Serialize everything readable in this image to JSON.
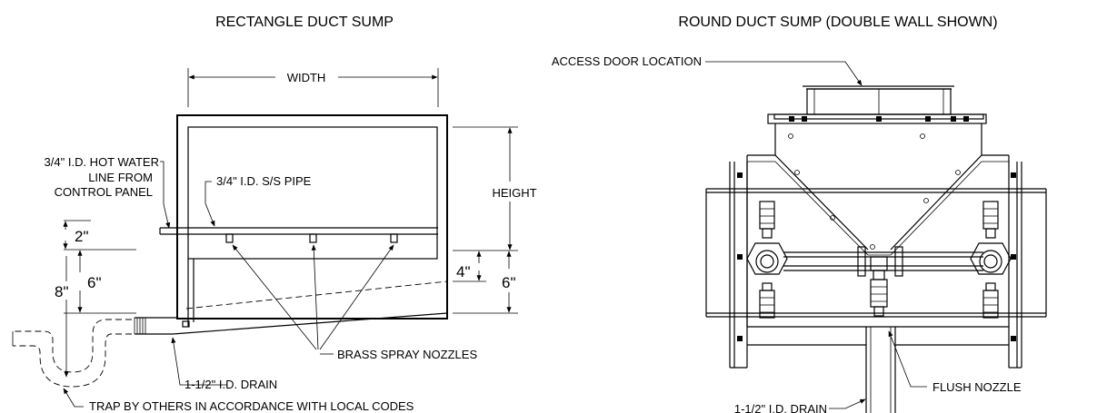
{
  "left": {
    "title": "RECTANGLE DUCT SUMP",
    "labels": {
      "width": "WIDTH",
      "height": "HEIGHT",
      "hot_water_line": [
        "3/4\" I.D. HOT WATER",
        "LINE FROM",
        "CONTROL PANEL"
      ],
      "ss_pipe": "3/4\" I.D. S/S PIPE",
      "spray_nozzles": "BRASS SPRAY NOZZLES",
      "drain": "1-1/2\" I.D. DRAIN",
      "trap": "TRAP BY OTHERS IN ACCORDANCE WITH LOCAL CODES"
    },
    "dimensions": {
      "d_2": "2\"",
      "d_6_left": "6\"",
      "d_8": "8\"",
      "d_4": "4\"",
      "d_6_right": "6\""
    }
  },
  "right": {
    "title": "ROUND DUCT SUMP (DOUBLE WALL SHOWN)",
    "labels": {
      "access_door": "ACCESS DOOR LOCATION",
      "flush_nozzle": "FLUSH NOZZLE",
      "drain": "1-1/2\" I.D. DRAIN"
    }
  }
}
